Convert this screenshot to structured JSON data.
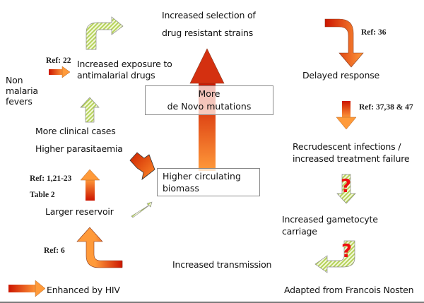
{
  "diagram": {
    "nodes": {
      "selection": [
        "Increased selection of",
        "drug resistant strains"
      ],
      "delayed_response": "Delayed response",
      "recrudescent": [
        "Recrudescent infections /",
        "increased treatment failure"
      ],
      "gametocyte": [
        "Increased gametocyte",
        "carriage"
      ],
      "transmission": "Increased transmission",
      "reservoir": "Larger reservoir",
      "clinical_cases": "More clinical cases",
      "parasitaemia": "Higher parasitaemia",
      "exposure": [
        "Increased exposure to",
        "antimalarial drugs"
      ],
      "non_malaria": [
        "Non",
        "malaria",
        "fevers"
      ],
      "de_novo": [
        "More",
        "de Novo mutations"
      ],
      "biomass": [
        "Higher circulating",
        "biomass"
      ]
    },
    "refs": {
      "ref_22": "Ref: 22",
      "ref_36": "Ref: 36",
      "ref_37": "Ref: 37,38 & 47",
      "ref_1": "Ref: 1,21-23",
      "table_2": "Table 2",
      "ref_6": "Ref: 6"
    },
    "uncertain_marker": "?",
    "legend": {
      "label": "Enhanced by HIV"
    },
    "credit": "Adapted from Francois Nosten",
    "colors": {
      "hiv_dark": "#cc1100",
      "hiv_light": "#ff9933",
      "hatch_green": "#b5d25a",
      "question": "#ee1111"
    }
  }
}
